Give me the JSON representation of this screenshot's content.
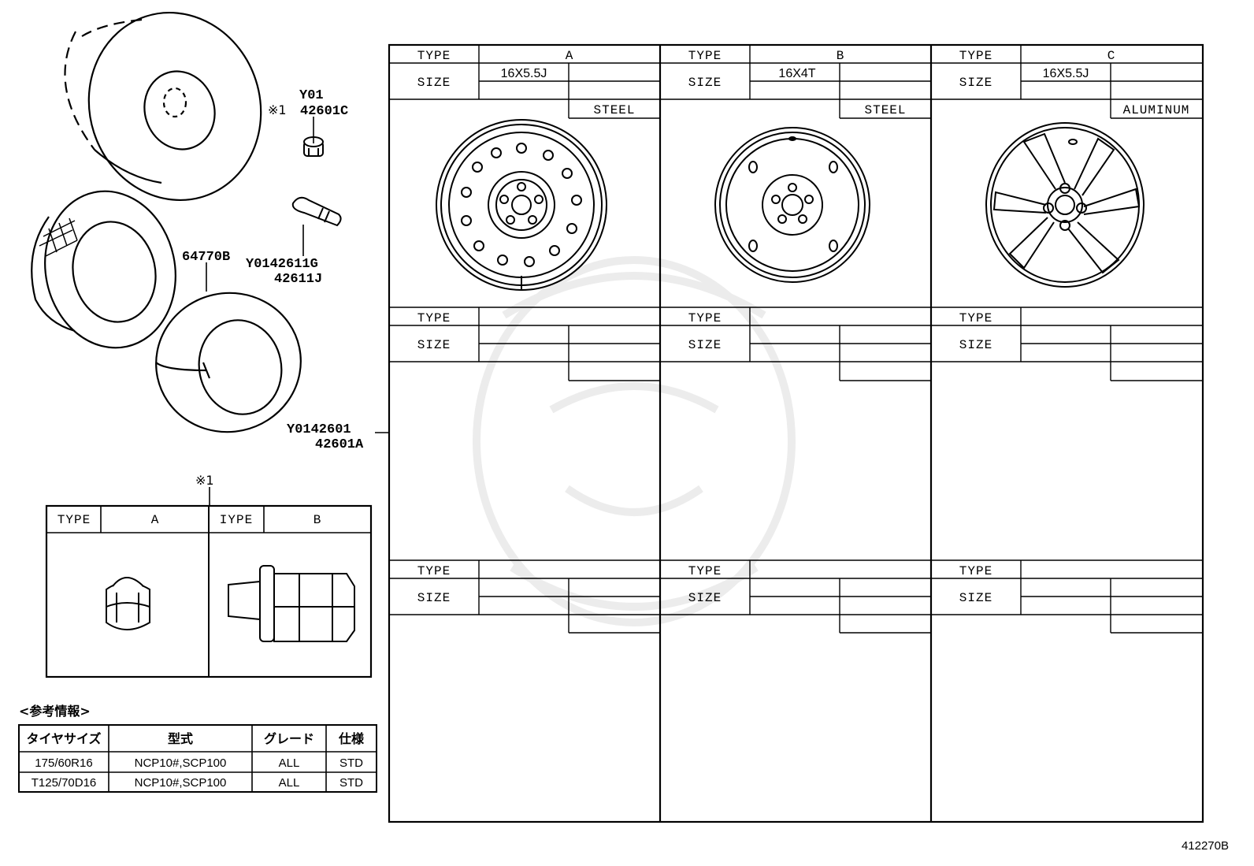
{
  "callouts": {
    "valve_cap_prefix": "Y01",
    "valve_cap_mark": "※1",
    "valve_cap_part": "42601C",
    "valve_part_1": "Y0142611G",
    "valve_part_2": "42611J",
    "tube_part": "64770B",
    "wheel_part_1": "Y0142601",
    "wheel_part_2": "42601A",
    "nut_table_mark": "※1"
  },
  "wheel_tables": {
    "type_label": "TYPE",
    "size_label": "SIZE",
    "columns": [
      {
        "type": "A",
        "size": "16X5.5J",
        "material": "STEEL"
      },
      {
        "type": "B",
        "size": "16X4T",
        "material": "STEEL"
      },
      {
        "type": "C",
        "size": "16X5.5J",
        "material": "ALUMINUM"
      }
    ]
  },
  "nut_table": {
    "type_label": "TYPE",
    "type_label_alt": "IYPE",
    "types": [
      "A",
      "B"
    ]
  },
  "reference": {
    "title": "<参考情報>",
    "headers": [
      "タイヤサイズ",
      "型式",
      "グレード",
      "仕様"
    ],
    "rows": [
      [
        "175/60R16",
        "NCP10#,SCP100",
        "ALL",
        "STD"
      ],
      [
        "T125/70D16",
        "NCP10#,SCP100",
        "ALL",
        "STD"
      ]
    ]
  },
  "diagram_code": "412270B"
}
